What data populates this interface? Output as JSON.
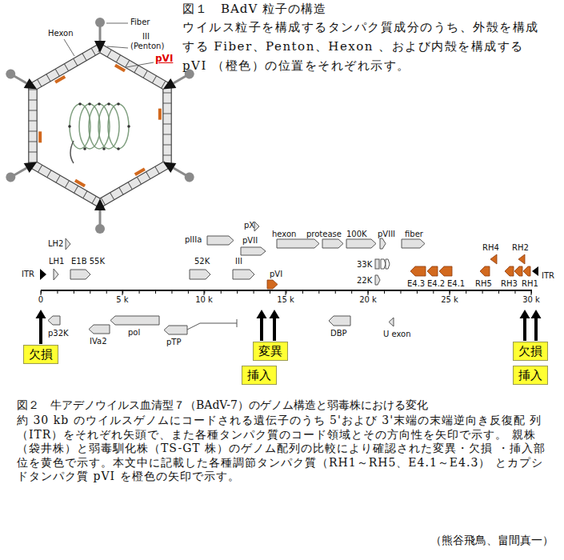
{
  "diagram": {
    "nodes": [
      {
        "text": [
          "欠損"
        ]
      },
      {
        "text": [
          "変異"
        ]
      },
      {
        "text": [
          "挿入"
        ]
      },
      {
        "text": [
          "欠損"
        ]
      },
      {
        "text": [
          "挿入"
        ]
      }
    ],
    "labels": [
      "図１　BAdV 粒子の構造",
      "ウイルス粒子を構成するタンパク質成分のうち、外殻を構成 する Fiber、Penton、Hexon 、および内殻を構成する pVI （橙色）の位置をそれぞれ示す。",
      "Hexon",
      "Fiber",
      "III",
      "(Penton)",
      "pVI",
      "pX",
      "pIIIa",
      "pVII",
      "hexon",
      "protease",
      "100K",
      "pVIII",
      "fiber",
      "LH2",
      "LH1",
      "E1B 55K",
      "52K",
      "III",
      "pVI",
      "ITR",
      "33K",
      "22K",
      "E4.3",
      "E4.2",
      "E4.1",
      "RH4",
      "RH2",
      "RH5",
      "RH3",
      "RH1",
      "ITR",
      "0",
      "5 k",
      "10 k",
      "15 k",
      "20 k",
      "25 k",
      "30 k",
      "p32K",
      "IVa2",
      "pol",
      "pTP",
      "DBP",
      "U exon",
      "図２　牛アデノウイルス血清型７（BAdV-7）のゲノム構造と弱毒株における変化",
      "約 30 kb のウイルスゲノムにコードされる遺伝子のうち 5'および 3'末端の末端逆向き反復配 列（ITR）をそれぞれ矢頭で、また各種タンパク質のコード領域とその方向性を矢印で示す。 親株（袋井株）と弱毒馴化株（TS-GT 株）のゲノム配列の比較により確認された変異・欠損 ・挿入部位を黄色で示す。本文中に記載した各種調節タンパク質（RH1～RH5、E4.1～E4.3） とカプシドタンパク質 pVI を橙色の矢印で示す。",
      "（熊谷飛鳥、畠間真一）"
    ]
  }
}
